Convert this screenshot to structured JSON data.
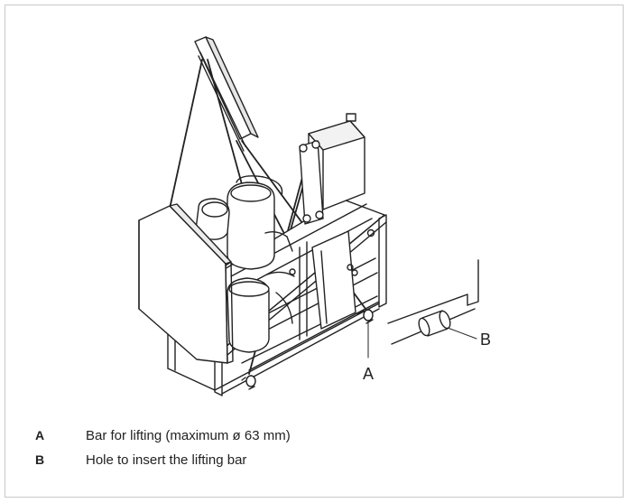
{
  "figure": {
    "callouts": [
      {
        "key": "A"
      },
      {
        "key": "B"
      }
    ]
  },
  "legend": [
    {
      "key": "A",
      "description": "Bar for lifting (maximum ø 63 mm)"
    },
    {
      "key": "B",
      "description": "Hole to insert the lifting bar"
    }
  ]
}
